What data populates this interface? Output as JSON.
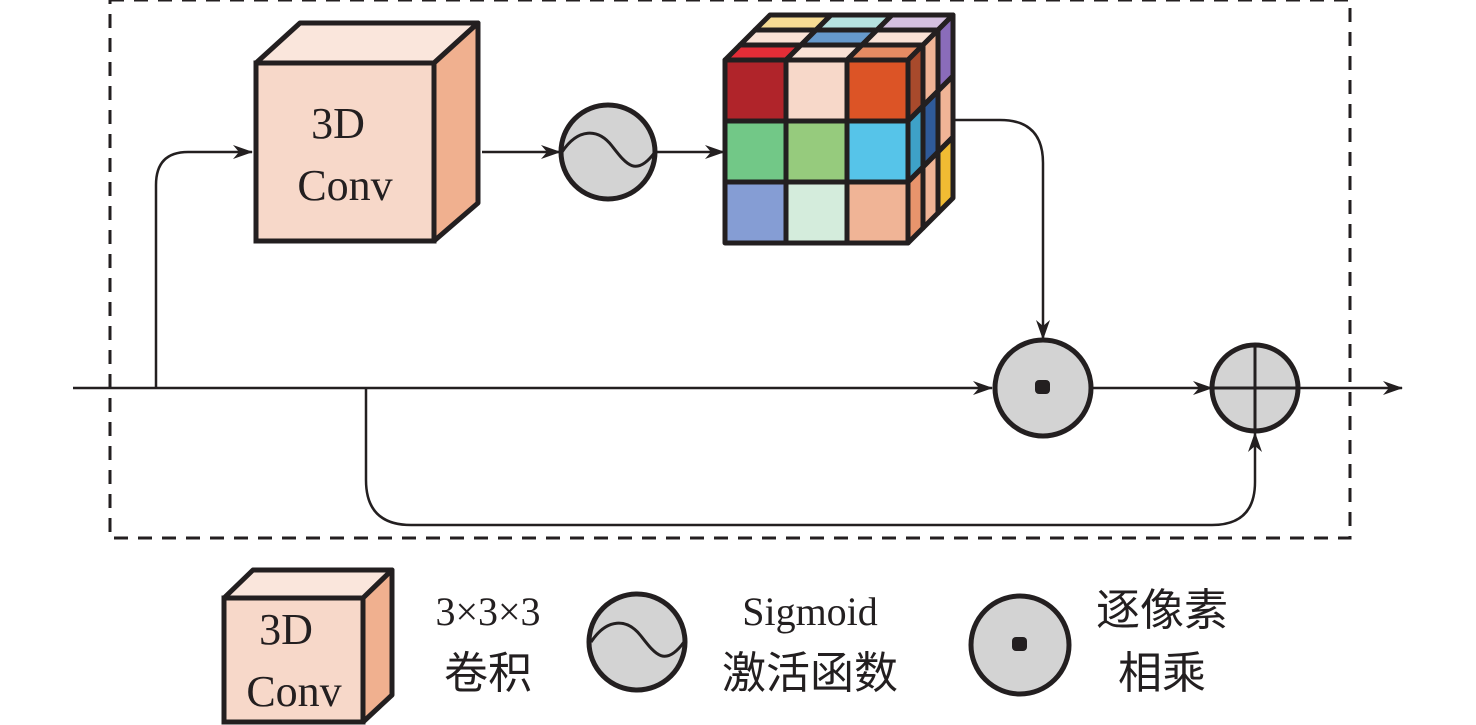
{
  "diagram": {
    "conv_block": {
      "line1": "3D",
      "line2": "Conv"
    },
    "activation": {
      "shape": "sigmoid-wave"
    },
    "attention_cube": {
      "grid": "3x3x3",
      "front_colors": [
        [
          "#b0242a",
          "#f7d8c9",
          "#dc5426"
        ],
        [
          "#72c887",
          "#96cb7d",
          "#56c4e9"
        ],
        [
          "#859dd4",
          "#d4ecdc",
          "#f0b496"
        ]
      ],
      "top_colors": [
        [
          "#f6db94",
          "#b6e2e0",
          "#d4c0e0"
        ],
        [
          "#fae2d6",
          "#6699cc",
          "#fae2d6"
        ],
        [
          "#e42d37",
          "#fae2d6",
          "#e58b63"
        ]
      ],
      "right_colors": [
        [
          "#a84a2c",
          "#f0b496",
          "#8a6cba"
        ],
        [
          "#3ea1c7",
          "#2f5a9a",
          "#f0b496"
        ],
        [
          "#e8946c",
          "#f0b496",
          "#f0bb33"
        ]
      ]
    },
    "operators": {
      "multiply": "element-wise-multiply",
      "add": "element-wise-add"
    },
    "colors": {
      "stroke": "#231f20",
      "conv_front": "#f7d8c9",
      "conv_top": "#fae6dc",
      "conv_side": "#f0b08f",
      "operator_fill": "#d3d3d3"
    }
  },
  "legend": {
    "conv": {
      "icon_line1": "3D",
      "icon_line2": "Conv",
      "label_line1": "3×3×3",
      "label_line2": "卷积"
    },
    "sigmoid": {
      "label_line1": "Sigmoid",
      "label_line2": "激活函数"
    },
    "multiply": {
      "label_line1": "逐像素",
      "label_line2": "相乘"
    }
  }
}
